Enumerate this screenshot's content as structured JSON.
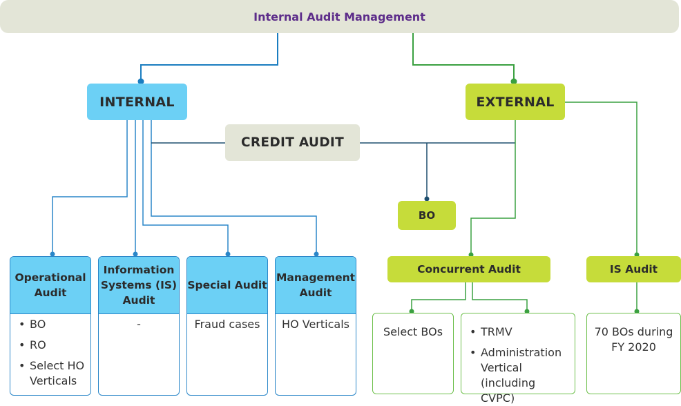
{
  "title": "Internal Audit Management",
  "internal": "INTERNAL",
  "external": "EXTERNAL",
  "credit_audit": "CREDIT AUDIT",
  "bo": "BO",
  "concurrent_audit": "Concurrent Audit",
  "is_audit": "IS Audit",
  "cards": {
    "operational": {
      "title": "Operational Audit",
      "items": [
        "BO",
        "RO",
        "Select HO Verticals"
      ]
    },
    "info_systems": {
      "title": "Information Systems (IS) Audit",
      "text": "-"
    },
    "special": {
      "title": "Special Audit",
      "text": "Fraud cases"
    },
    "management": {
      "title": "Management Audit",
      "text": "HO Verticals"
    }
  },
  "concurrent_children": {
    "select_bos": "Select BOs",
    "items": [
      "TRMV",
      "Administration Vertical (including CVPC)"
    ]
  },
  "is_audit_detail": "70 BOs during FY 2020",
  "colors": {
    "blue": "#6cd0f5",
    "blue_line": "#2a86c8",
    "green": "#c6dc3a",
    "green_line": "#4caf50",
    "grey": "#e3e5d7",
    "title": "#5d2d8a"
  }
}
